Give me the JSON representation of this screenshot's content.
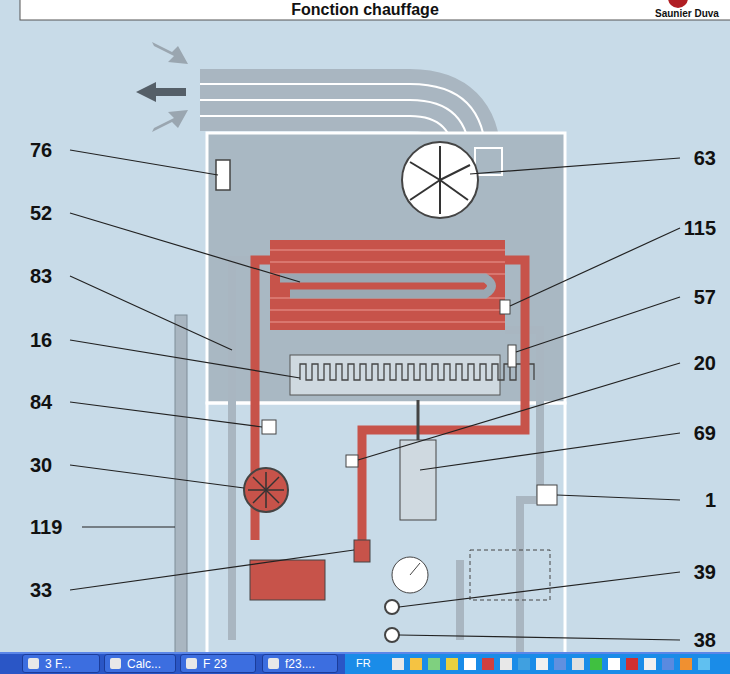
{
  "diagram": {
    "title": "Fonction chauffage",
    "nodes": [
      {
        "text": [
          "3 F..."
        ]
      },
      {
        "text": [
          "Calc..."
        ]
      },
      {
        "text": [
          "F 23"
        ]
      },
      {
        "text": [
          "f23...."
        ]
      }
    ],
    "labels": [
      "Saunier Duva",
      "76",
      "52",
      "83",
      "16",
      "84",
      "30",
      "119",
      "33",
      "63",
      "115",
      "57",
      "20",
      "69",
      "1",
      "39",
      "38",
      "FR"
    ]
  }
}
